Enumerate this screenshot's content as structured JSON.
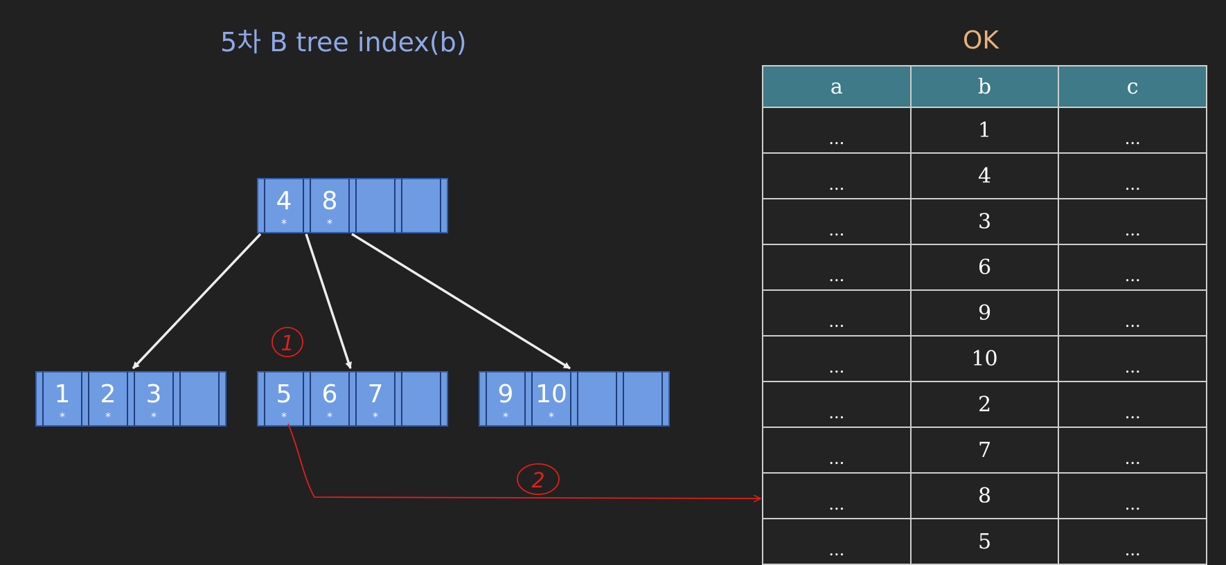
{
  "title": "5차 B tree index(b)",
  "ok_label": "OK",
  "tree": {
    "root": {
      "keys": [
        "4",
        "8",
        "",
        ""
      ],
      "pointers": [
        "*",
        "*",
        "",
        ""
      ]
    },
    "leaves": [
      {
        "keys": [
          "1",
          "2",
          "3",
          ""
        ],
        "pointers": [
          "*",
          "*",
          "*",
          ""
        ]
      },
      {
        "keys": [
          "5",
          "6",
          "7",
          ""
        ],
        "pointers": [
          "*",
          "*",
          "*",
          ""
        ]
      },
      {
        "keys": [
          "9",
          "10",
          "",
          ""
        ],
        "pointers": [
          "*",
          "*",
          "",
          ""
        ]
      }
    ]
  },
  "annotations": {
    "step1": "1",
    "step2": "2"
  },
  "table": {
    "headers": [
      "a",
      "b",
      "c"
    ],
    "rows": [
      [
        "...",
        "1",
        "..."
      ],
      [
        "...",
        "4",
        "..."
      ],
      [
        "...",
        "3",
        "..."
      ],
      [
        "...",
        "6",
        "..."
      ],
      [
        "...",
        "9",
        "..."
      ],
      [
        "...",
        "10",
        "..."
      ],
      [
        "...",
        "2",
        "..."
      ],
      [
        "...",
        "7",
        "..."
      ],
      [
        "...",
        "8",
        "..."
      ],
      [
        "...",
        "5",
        "..."
      ]
    ]
  },
  "colors": {
    "background": "#212121",
    "node_fill": "#6f9be3",
    "node_border": "#2f5fae",
    "header_fill": "#3e7a88",
    "annotation_red": "#e0201a",
    "arrow_white": "#eeeeee"
  }
}
